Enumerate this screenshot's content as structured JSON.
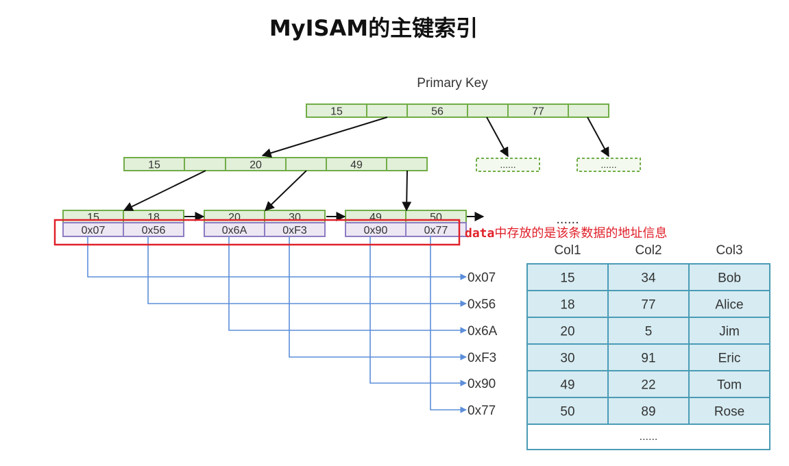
{
  "title": "MyISAM的主键索引",
  "root_caption": "Primary Key",
  "root_keys": [
    "15",
    "56",
    "77"
  ],
  "internal_keys": [
    "15",
    "20",
    "49"
  ],
  "placeholder_nodes": [
    "......",
    "......"
  ],
  "leaves": [
    {
      "keys": [
        "15",
        "18"
      ],
      "addrs": [
        "0x07",
        "0x56"
      ]
    },
    {
      "keys": [
        "20",
        "30"
      ],
      "addrs": [
        "0x6A",
        "0xF3"
      ]
    },
    {
      "keys": [
        "49",
        "50"
      ],
      "addrs": [
        "0x90",
        "0x77"
      ]
    }
  ],
  "leaf_ellipsis": "......",
  "annotation": {
    "code": "data",
    "text": "中存放的是该条数据的地址信息"
  },
  "row_addresses": [
    "0x07",
    "0x56",
    "0x6A",
    "0xF3",
    "0x90",
    "0x77"
  ],
  "table": {
    "columns": [
      "Col1",
      "Col2",
      "Col3"
    ],
    "rows": [
      [
        "15",
        "34",
        "Bob"
      ],
      [
        "18",
        "77",
        "Alice"
      ],
      [
        "20",
        "5",
        "Jim"
      ],
      [
        "30",
        "91",
        "Eric"
      ],
      [
        "49",
        "22",
        "Tom"
      ],
      [
        "50",
        "89",
        "Rose"
      ]
    ],
    "ellipsis": "......"
  },
  "colors": {
    "key_fill": "#e2efd9",
    "key_stroke": "#70ad47",
    "addr_fill": "#ece7f3",
    "addr_stroke": "#8e7cc3",
    "pointer_line": "#5b8dd9",
    "table_fill": "#d6ebf2",
    "table_stroke": "#4a9bb5",
    "annotation_red": "#e0202a"
  }
}
